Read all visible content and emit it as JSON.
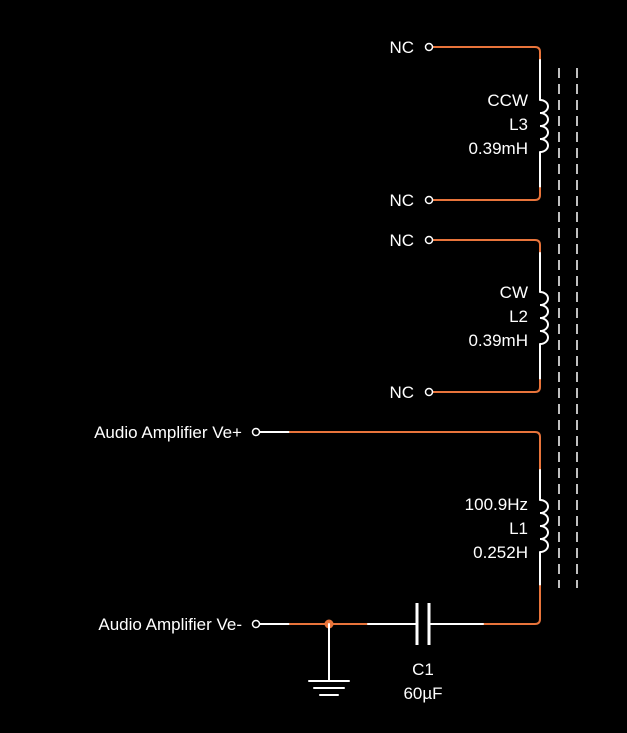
{
  "terminals": {
    "nc_1": "NC",
    "nc_2": "NC",
    "nc_3": "NC",
    "nc_4": "NC",
    "vplus": "Audio Amplifier Ve+",
    "vminus": "Audio Amplifier Ve-"
  },
  "inductors": {
    "l3": {
      "winding": "CCW",
      "ref": "L3",
      "value": "0.39mH"
    },
    "l2": {
      "winding": "CW",
      "ref": "L2",
      "value": "0.39mH"
    },
    "l1": {
      "frequency": "100.9Hz",
      "ref": "L1",
      "value": "0.252H"
    }
  },
  "capacitor": {
    "ref": "C1",
    "value": "60µF"
  },
  "colors": {
    "wire": "#e8743b",
    "component": "#ffffff",
    "background": "#000000"
  }
}
